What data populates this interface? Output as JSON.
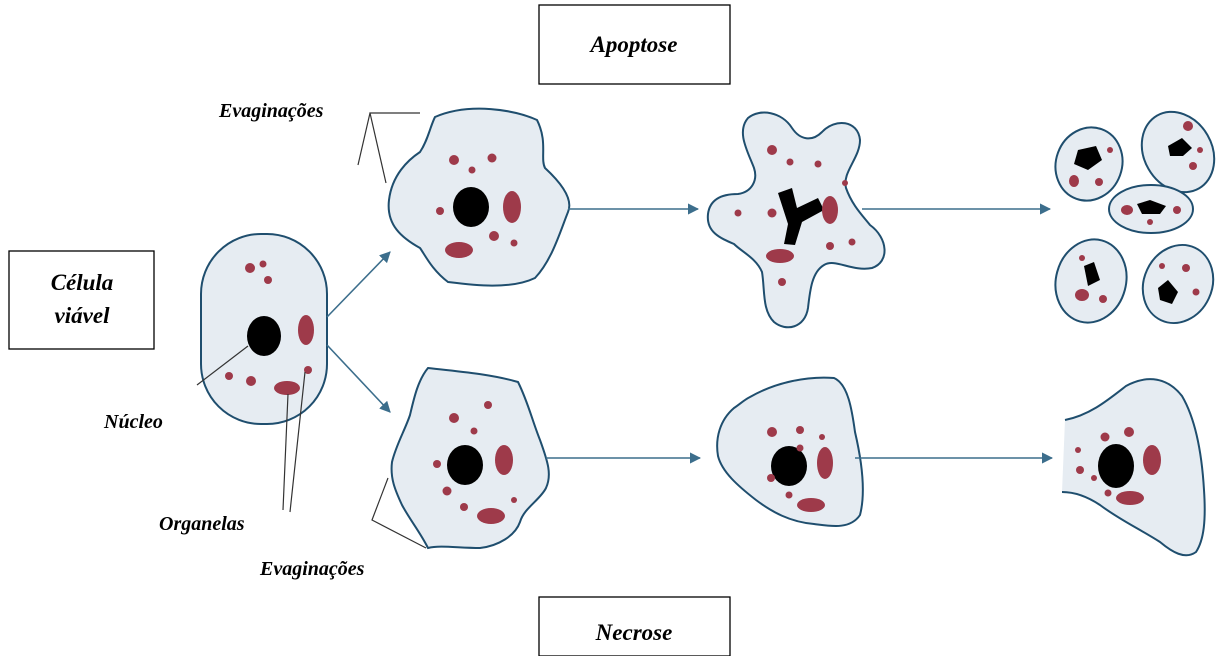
{
  "title_top": "Apoptose",
  "title_bottom": "Necrose",
  "viable_cell_label_line1": "Célula",
  "viable_cell_label_line2": "viável",
  "nucleus_label": "Núcleo",
  "organelles_label": "Organelas",
  "blebs_label_top": "Evaginações",
  "blebs_label_bottom": "Evaginações",
  "colors": {
    "cell_fill": "#e6ecf2",
    "cell_stroke": "#1f4e6e",
    "organelle": "#9e3a4a",
    "nucleus": "#000000",
    "arrow": "#3c6e8c"
  }
}
